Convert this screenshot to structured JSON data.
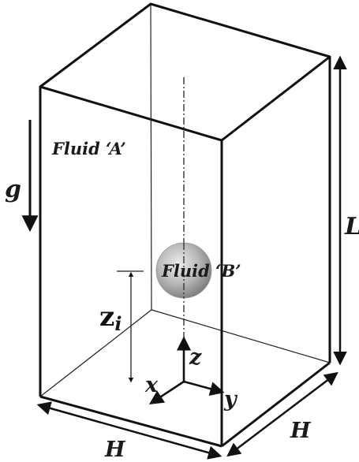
{
  "labels": {
    "fluid_a": "Fluid ‘A’",
    "fluid_b": "Fluid ‘B’",
    "gravity": "g",
    "length": "L",
    "width_front": "H",
    "width_side": "H",
    "height_symbol": "z",
    "height_subscript": "i",
    "axis_x": "x",
    "axis_y": "y",
    "axis_z": "z"
  },
  "colors": {
    "line": "#111111",
    "sphere_light": "#e2e2e2",
    "sphere_dark": "#8a8a8a"
  }
}
